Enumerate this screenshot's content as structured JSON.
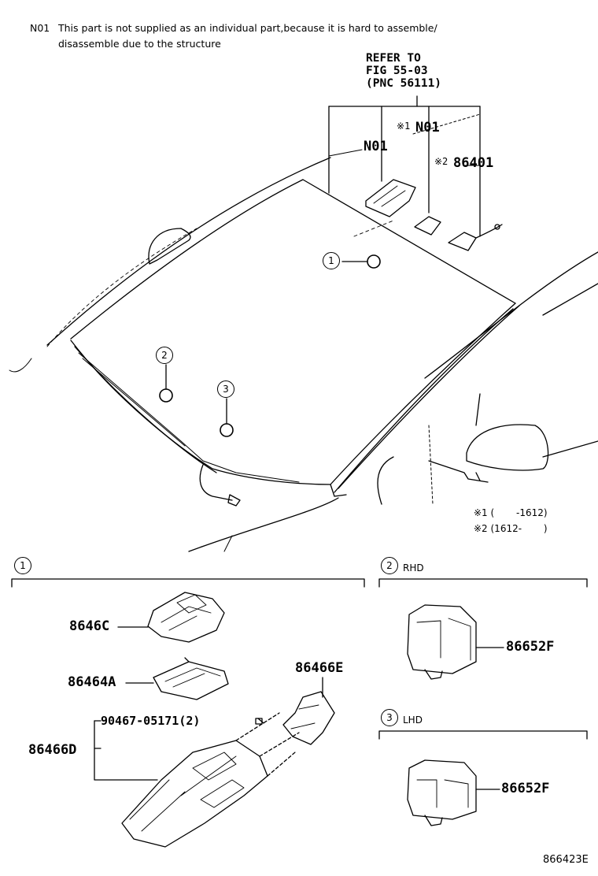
{
  "notes": {
    "n01_code": "N01",
    "n01_line1": "This part is not supplied as an individual part,because it is hard to assemble/",
    "n01_line2": "disassemble due to the structure"
  },
  "refer": {
    "line1": "REFER TO",
    "line2": "FIG 55-03",
    "line3": "(PNC 56111)"
  },
  "callouts": {
    "n01_left": "N01",
    "n01_right": "N01",
    "mark1_prefix": "※1",
    "mark2_prefix": "※2",
    "p86401": "86401"
  },
  "footnotes": {
    "f1": "※1 (　　 -1612)",
    "f2": "※2 (1612-　　 )"
  },
  "sections": {
    "s1_num": "1",
    "s2_num": "2",
    "s2_label": "RHD",
    "s3_num": "3",
    "s3_label": "LHD"
  },
  "windshield_markers": [
    "1",
    "2",
    "3"
  ],
  "parts": {
    "p8646C": "8646C",
    "p86464A": "86464A",
    "p86466E": "86466E",
    "p90467": "90467-05171(2)",
    "p86466D": "86466D",
    "p86652F_rhd": "86652F",
    "p86652F_lhd": "86652F"
  },
  "figure_id": "866423E"
}
